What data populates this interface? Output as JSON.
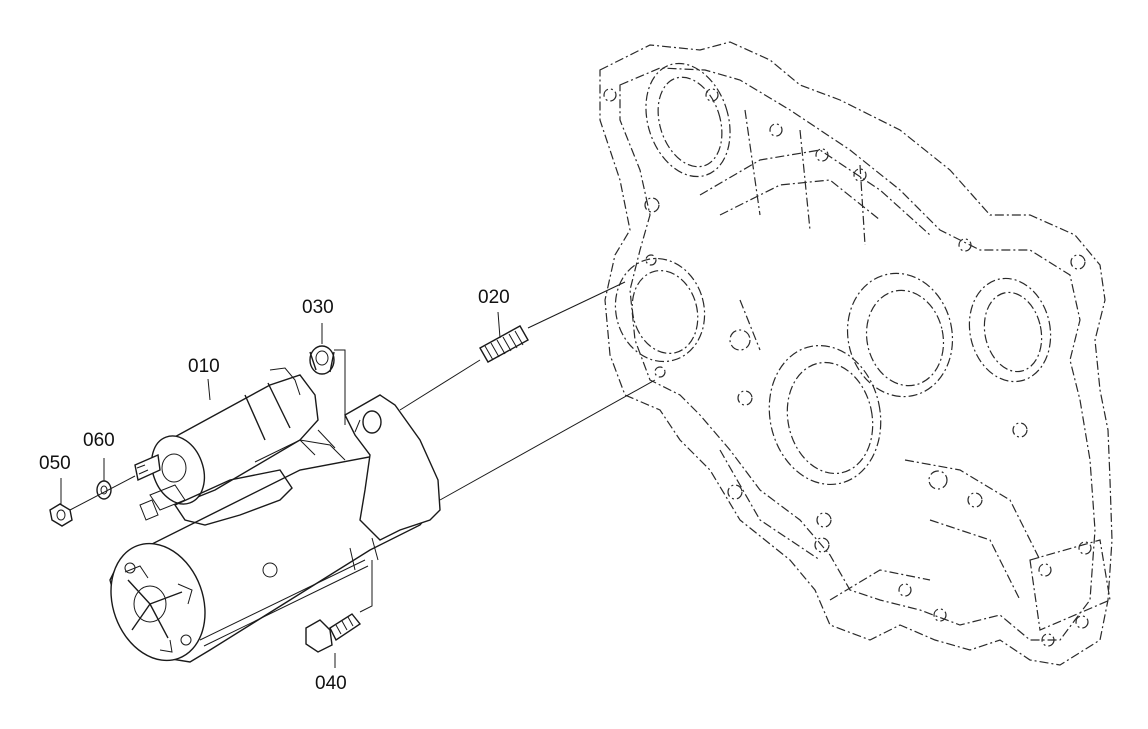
{
  "callouts": {
    "c010": "010",
    "c020": "020",
    "c030": "030",
    "c040": "040",
    "c050": "050",
    "c060": "060"
  }
}
